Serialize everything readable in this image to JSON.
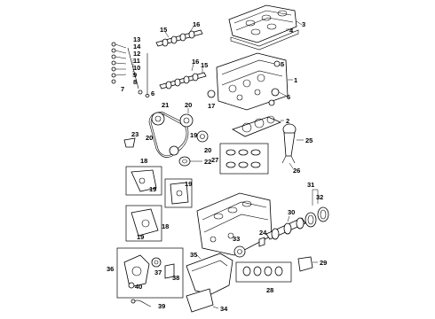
{
  "callouts": {
    "n1": "1",
    "n2": "2",
    "n3": "3",
    "n4": "4",
    "n5": "5",
    "n6": "6",
    "n7": "7",
    "n8": "8",
    "n9": "9",
    "n10": "10",
    "n11": "11",
    "n12": "12",
    "n13": "13",
    "n14": "14",
    "n15a": "15",
    "n15b": "15",
    "n16a": "16",
    "n16b": "16",
    "n17": "17",
    "n18a": "18",
    "n18b": "18",
    "n19a": "19",
    "n19b": "19",
    "n19c": "19",
    "n20a": "20",
    "n20b": "20",
    "n21": "21",
    "n22": "22",
    "n23": "23",
    "n24": "24",
    "n25": "25",
    "n26": "26",
    "n27": "27",
    "n28": "28",
    "n29": "29",
    "n30": "30",
    "n31": "31",
    "n32": "32",
    "n33": "33",
    "n34": "34",
    "n35": "35",
    "n36": "36",
    "n37": "37",
    "n38": "38",
    "n39": "39",
    "n40": "40"
  }
}
